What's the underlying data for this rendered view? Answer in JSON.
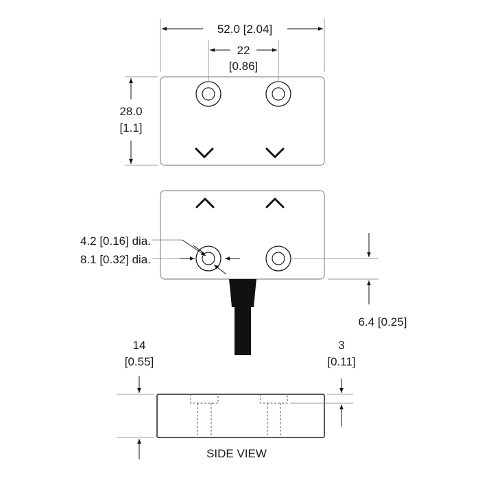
{
  "dimensions": {
    "overall_width": "52.0 [2.04]",
    "hole_spacing_mm": "22",
    "hole_spacing_in": "[0.86]",
    "height_mm": "28.0",
    "height_in": "[1.1]",
    "inner_dia": "4.2 [0.16] dia.",
    "outer_dia": "8.1 [0.32] dia.",
    "hole_offset": "6.4 [0.25]",
    "thickness_mm": "14",
    "thickness_in": "[0.55]",
    "counterbore_mm": "3",
    "counterbore_in": "[0.11]"
  },
  "labels": {
    "side_view": "SIDE VIEW"
  }
}
